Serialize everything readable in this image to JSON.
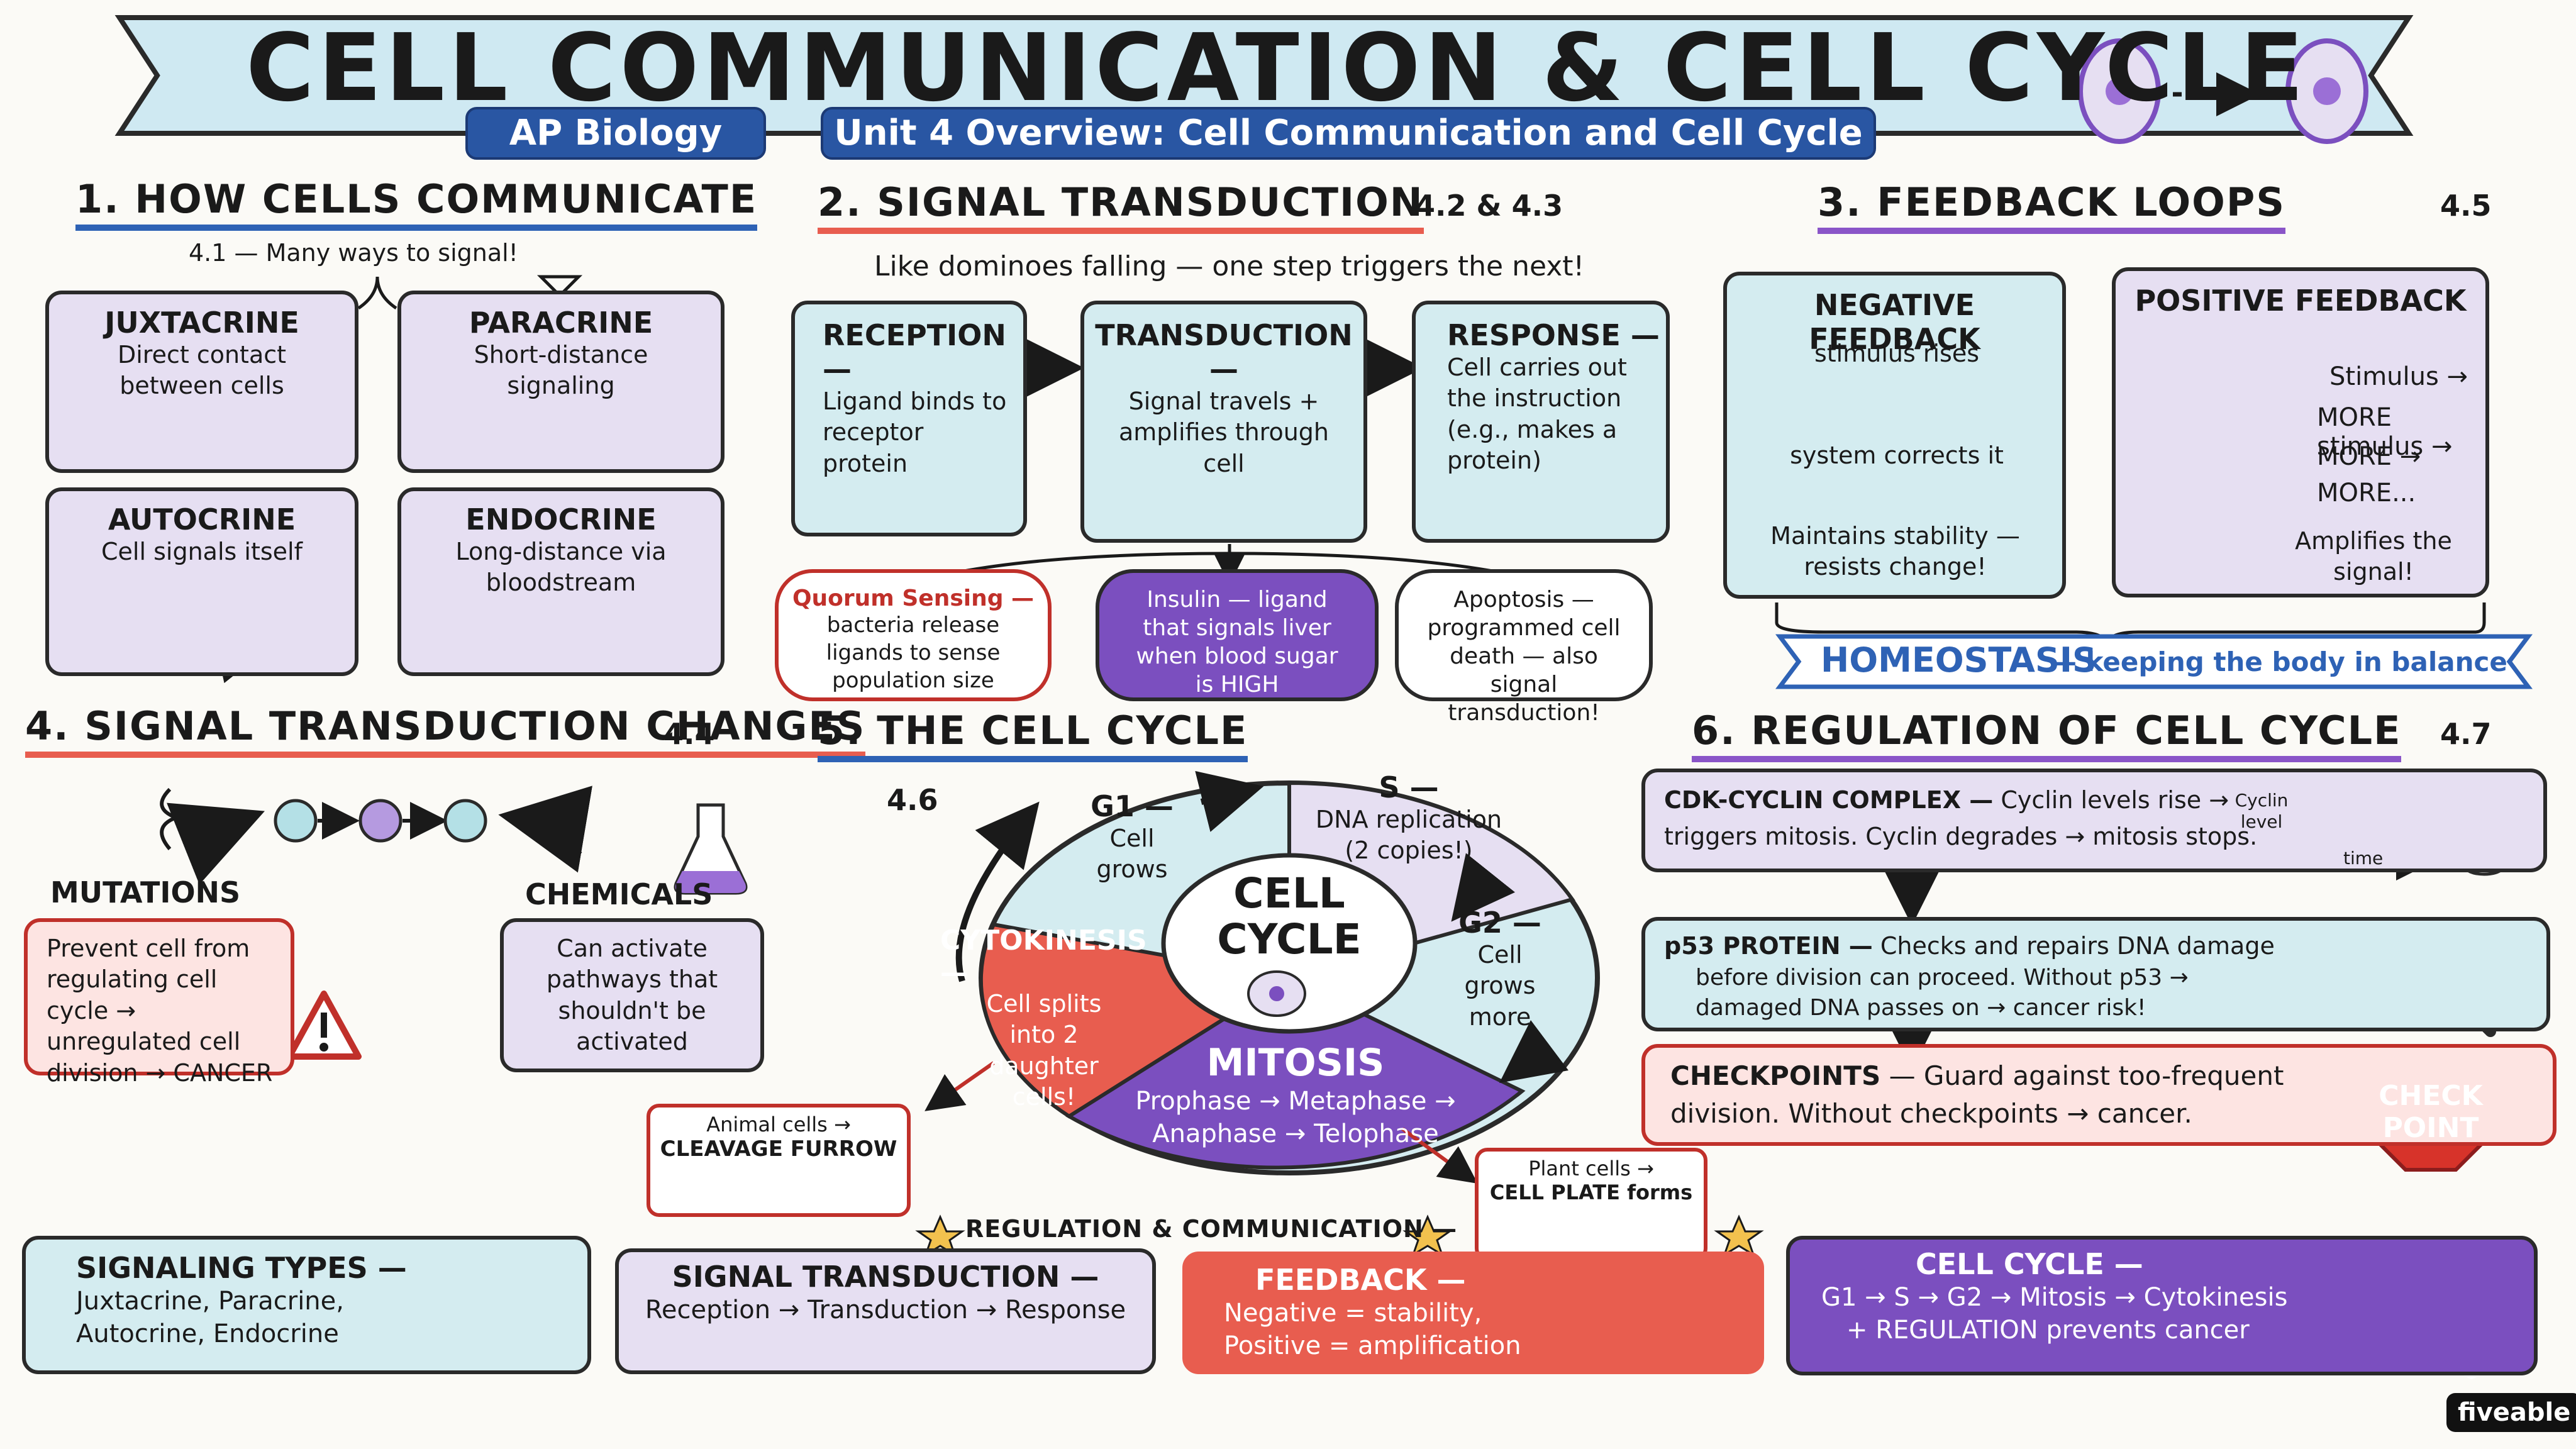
{
  "header": {
    "title": "CELL COMMUNICATION & CELL CYCLE",
    "badge_subject": "AP Biology",
    "badge_unit": "Unit 4 Overview: Cell Communication and Cell Cycle"
  },
  "sec1": {
    "title": "1. HOW CELLS COMMUNICATE",
    "note": "4.1 — Many ways to signal!",
    "juxta_title": "JUXTACRINE",
    "juxta_text": "Direct contact between cells",
    "para_title": "PARACRINE",
    "para_text": "Short-distance signaling",
    "auto_title": "AUTOCRINE",
    "auto_text": "Cell signals itself",
    "endo_title": "ENDOCRINE",
    "endo_text": "Long-distance via bloodstream"
  },
  "sec2": {
    "title": "2. SIGNAL TRANSDUCTION",
    "code": "4.2 & 4.3",
    "note": "Like dominoes falling — one step triggers the next!",
    "reception_title": "RECEPTION —",
    "reception_text": "Ligand binds to receptor protein",
    "transduction_title": "TRANSDUCTION —",
    "transduction_text": "Signal travels + amplifies through cell",
    "response_title": "RESPONSE —",
    "response_text": "Cell carries out the instruction (e.g., makes a protein)",
    "quorum_title": "Quorum Sensing —",
    "quorum_text": "bacteria release ligands to sense population size",
    "insulin_text": "Insulin — ligand that signals liver when blood sugar is HIGH",
    "apoptosis_text": "Apoptosis — programmed cell death — also signal transduction!"
  },
  "sec3": {
    "title": "3. FEEDBACK LOOPS",
    "code": "4.5",
    "neg_title": "NEGATIVE FEEDBACK",
    "neg_top": "stimulus rises",
    "neg_bottom": "system corrects it",
    "neg_text": "Maintains stability — resists change!",
    "pos_title": "POSITIVE FEEDBACK",
    "pos_l1": "Stimulus →",
    "pos_l2": "MORE stimulus →",
    "pos_l3": "MORE →",
    "pos_l4": "MORE...",
    "pos_text": "Amplifies the signal!",
    "homeo_title": "HOMEOSTASIS",
    "homeo_text": "— keeping the body in balance"
  },
  "sec4": {
    "title": "4. SIGNAL TRANSDUCTION CHANGES",
    "code": "4.4",
    "mut_title": "MUTATIONS",
    "mut_text": "Prevent cell from regulating cell cycle → unregulated cell division → CANCER",
    "chem_title": "CHEMICALS",
    "chem_text": "Can activate pathways that shouldn't be activated"
  },
  "sec5": {
    "title": "5. THE CELL CYCLE",
    "code": "4.6",
    "center": "CELL CYCLE",
    "g1_title": "G1 —",
    "g1_text": "Cell grows",
    "s_title": "S —",
    "s_text": "DNA replication (2 copies!)",
    "g2_title": "G2 —",
    "g2_text": "Cell grows more",
    "mitosis_title": "MITOSIS",
    "mitosis_text1": "Prophase → Metaphase →",
    "mitosis_text2": "Anaphase → Telophase",
    "cyto_title": "CYTOKINESIS —",
    "cyto_text": "Cell splits into 2 daughter cells!",
    "animal_l1": "Animal cells →",
    "animal_l2": "CLEAVAGE FURROW",
    "plant_l1": "Plant cells →",
    "plant_l2": "CELL PLATE forms"
  },
  "sec6": {
    "title": "6. REGULATION OF CELL CYCLE",
    "code": "4.7",
    "cdk_title": "CDK-CYCLIN COMPLEX —",
    "cdk_text1": "Cyclin levels rise →",
    "cdk_text2": "triggers mitosis. Cyclin degrades → mitosis stops.",
    "graph_y": "Cyclin level",
    "graph_x": "time",
    "p53_title": "p53 PROTEIN —",
    "p53_text1": "Checks and repairs DNA damage",
    "p53_text2": "before division can proceed. Without p53 →",
    "p53_text3": "damaged DNA passes on → cancer risk!",
    "check_title": "CHECKPOINTS",
    "check_text1": "— Guard against too-frequent",
    "check_text2": "division. Without checkpoints → cancer.",
    "stop_l1": "CHECK",
    "stop_l2": "POINT"
  },
  "summary": {
    "banner": "REGULATION & COMMUNICATION —",
    "types_title": "SIGNALING TYPES —",
    "types_text": "Juxtacrine, Paracrine, Autocrine, Endocrine",
    "st_title": "SIGNAL TRANSDUCTION —",
    "st_text": "Reception → Transduction → Response",
    "fb_title": "FEEDBACK —",
    "fb_text1": "Negative = stability,",
    "fb_text2": "Positive = amplification",
    "cc_title": "CELL CYCLE —",
    "cc_text1": "G1 → S → G2 → Mitosis → Cytokinesis",
    "cc_text2": "+ REGULATION prevents cancer"
  },
  "brand": "fiveable",
  "colors": {
    "red": "#e85d4f",
    "blue": "#2e62b5",
    "purple": "#7b4fbf",
    "lavender": "#e6dff2",
    "aqua": "#d4ecf0",
    "pink": "#fde4e2"
  }
}
